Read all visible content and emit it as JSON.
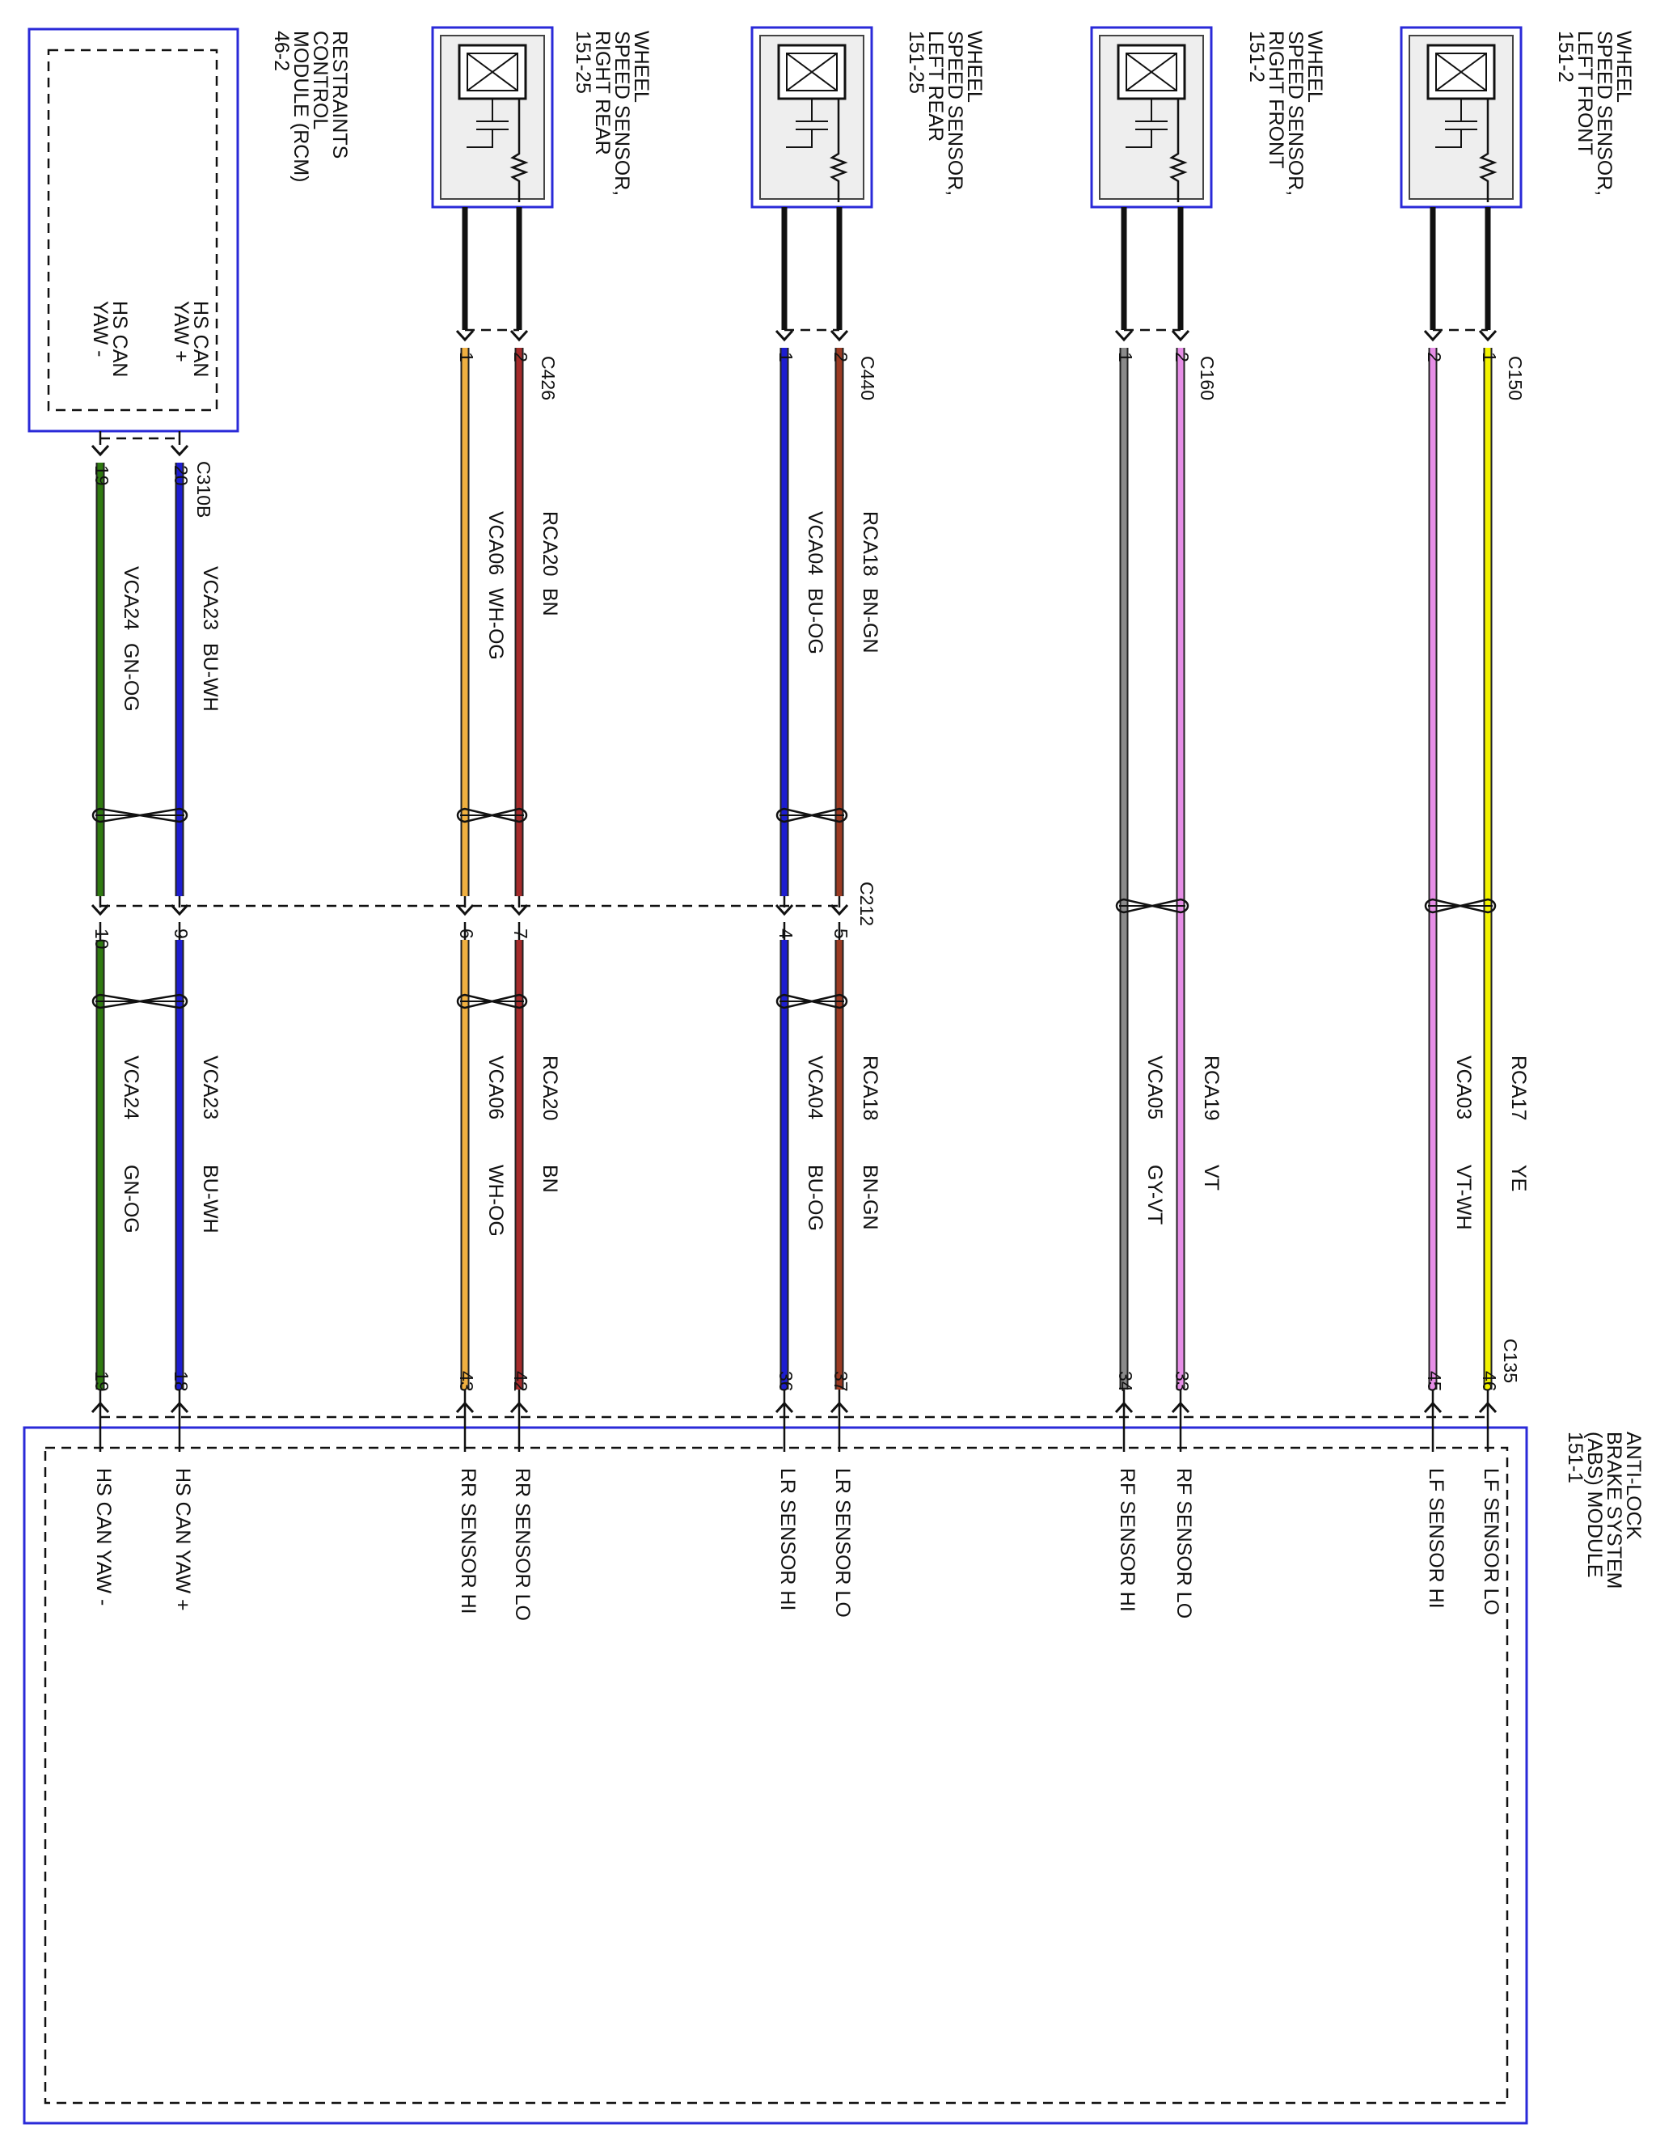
{
  "rcm": {
    "title": [
      "RESTRAINTS",
      "CONTROL",
      "MODULE (RCM)",
      "46-2"
    ],
    "pin_plus_label": [
      "HS CAN",
      "YAW +"
    ],
    "pin_minus_label": [
      "HS CAN",
      "YAW -"
    ],
    "connector": "C310B"
  },
  "abs": {
    "title": [
      "ANTI-LOCK",
      "BRAKE SYSTEM",
      "(ABS) MODULE",
      "151-1"
    ],
    "connector": "C135"
  },
  "inline_connector": "C212",
  "sensors": [
    {
      "id": "rr",
      "title": [
        "WHEEL",
        "SPEED SENSOR,",
        "RIGHT REAR",
        "151-25"
      ],
      "connector": "C426"
    },
    {
      "id": "lr",
      "title": [
        "WHEEL",
        "SPEED SENSOR,",
        "LEFT REAR",
        "151-25"
      ],
      "connector": "C440"
    },
    {
      "id": "rf",
      "title": [
        "WHEEL",
        "SPEED SENSOR,",
        "RIGHT FRONT",
        "151-2"
      ],
      "connector": "C160"
    },
    {
      "id": "lf",
      "title": [
        "WHEEL",
        "SPEED SENSOR,",
        "LEFT FRONT",
        "151-2"
      ],
      "connector": "C150"
    }
  ],
  "wires": [
    {
      "id": "yaw-minus",
      "color": "#2f7a10",
      "upper_circuit": "VCA24",
      "upper_code": "GN-OG",
      "lower_circuit": "VCA24",
      "lower_code": "GN-OG",
      "pin_top": "19",
      "pin_mid": "10",
      "pin_abs": "19",
      "abs_label": "HS CAN YAW -"
    },
    {
      "id": "yaw-plus",
      "color": "#1d1dd0",
      "upper_circuit": "VCA23",
      "upper_code": "BU-WH",
      "lower_circuit": "VCA23",
      "lower_code": "BU-WH",
      "pin_top": "20",
      "pin_mid": "9",
      "pin_abs": "18",
      "abs_label": "HS CAN YAW +"
    },
    {
      "id": "rr-hi",
      "color": "#f0b040",
      "upper_circuit": "VCA06",
      "upper_code": "WH-OG",
      "lower_circuit": "VCA06",
      "lower_code": "WH-OG",
      "pin_top": "1",
      "pin_mid": "6",
      "pin_abs": "43",
      "abs_label": "RR SENSOR HI"
    },
    {
      "id": "rr-lo",
      "color": "#a52a2a",
      "upper_circuit": "RCA20",
      "upper_code": "BN",
      "lower_circuit": "RCA20",
      "lower_code": "BN",
      "pin_top": "2",
      "pin_mid": "7",
      "pin_abs": "42",
      "abs_label": "RR SENSOR LO"
    },
    {
      "id": "lr-hi",
      "color": "#1d1dd0",
      "upper_circuit": "VCA04",
      "upper_code": "BU-OG",
      "lower_circuit": "VCA04",
      "lower_code": "BU-OG",
      "pin_top": "1",
      "pin_mid": "4",
      "pin_abs": "36",
      "abs_label": "LR SENSOR HI"
    },
    {
      "id": "lr-lo",
      "color": "#9b3a22",
      "upper_circuit": "RCA18",
      "upper_code": "BN-GN",
      "lower_circuit": "RCA18",
      "lower_code": "BN-GN",
      "pin_top": "2",
      "pin_mid": "5",
      "pin_abs": "37",
      "abs_label": "LR SENSOR LO"
    },
    {
      "id": "rf-hi",
      "color": "#8a8a8a",
      "circuit": "VCA05",
      "code": "GY-VT",
      "pin_top": "1",
      "pin_abs": "34",
      "abs_label": "RF SENSOR HI"
    },
    {
      "id": "rf-lo",
      "color": "#e68ee6",
      "circuit": "RCA19",
      "code": "VT",
      "pin_top": "2",
      "pin_abs": "33",
      "abs_label": "RF SENSOR LO"
    },
    {
      "id": "lf-hi",
      "color": "#e68ee6",
      "circuit": "VCA03",
      "code": "VT-WH",
      "pin_top": "2",
      "pin_abs": "45",
      "abs_label": "LF SENSOR HI"
    },
    {
      "id": "lf-lo",
      "color": "#f2f200",
      "circuit": "RCA17",
      "code": "YE",
      "pin_top": "1",
      "pin_abs": "46",
      "abs_label": "LF SENSOR LO"
    }
  ]
}
